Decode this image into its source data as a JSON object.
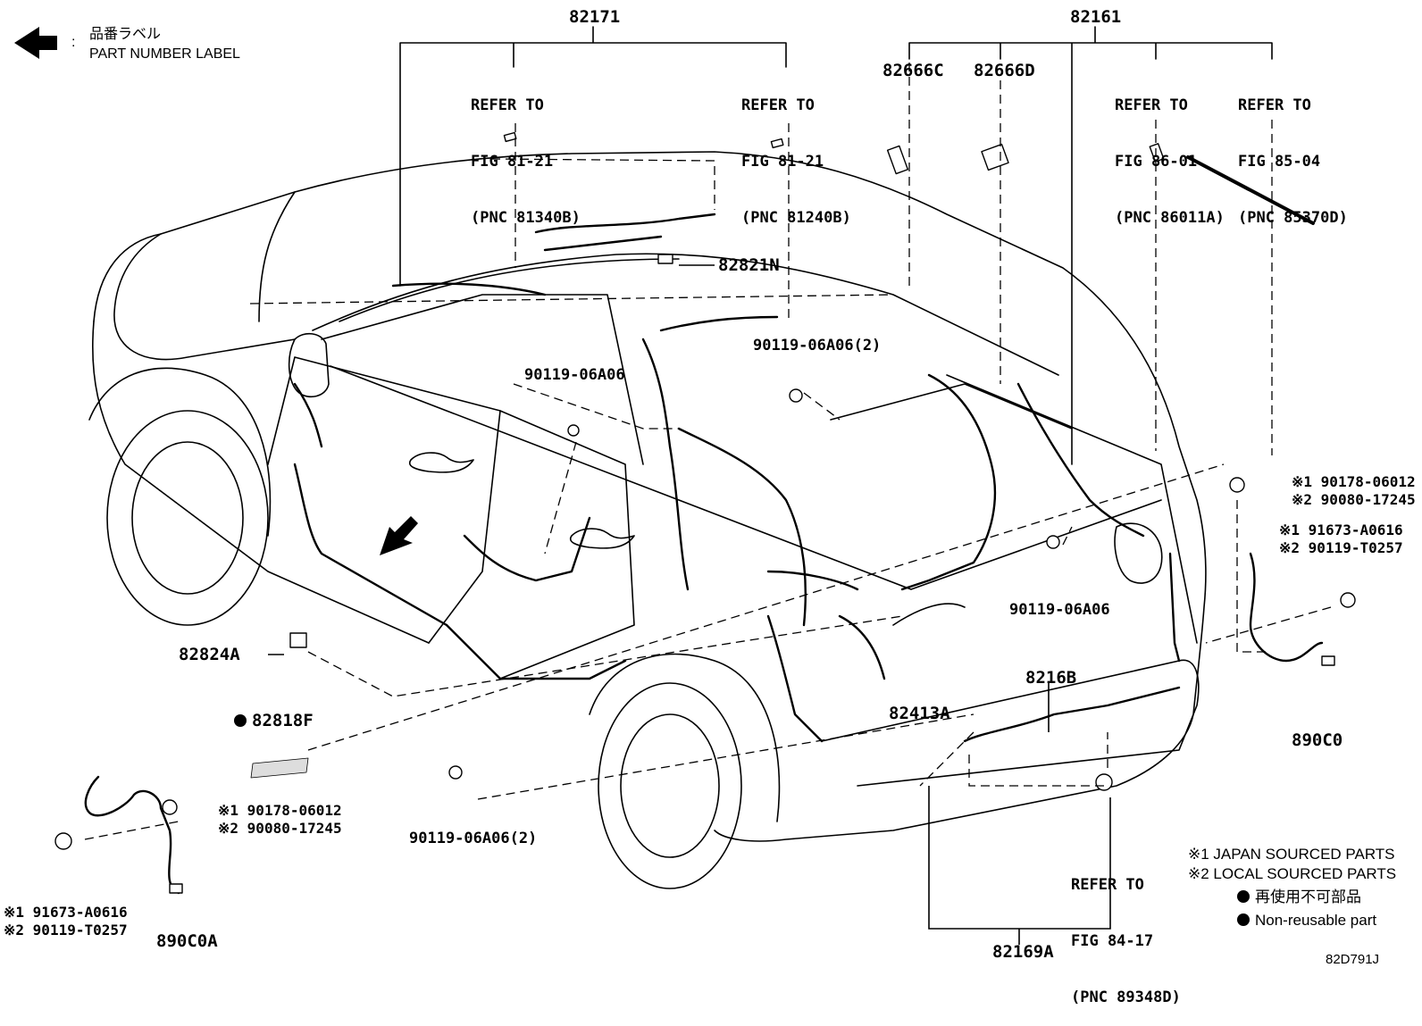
{
  "legend_top": {
    "label_jp": "品番ラベル",
    "label_en": "PART NUMBER LABEL",
    "colon": ":"
  },
  "parts": {
    "p82171": "82171",
    "p82161": "82161",
    "p82666C": "82666C",
    "p82666D": "82666D",
    "p82821N": "82821N",
    "p90119_06A06_2_top": "90119-06A06(2)",
    "p90119_06A06_mid": "90119-06A06",
    "p90119_06A06_right": "90119-06A06",
    "p82824A": "82824A",
    "p82818F": "82818F",
    "p82413A": "82413A",
    "p8216B": "8216B",
    "p890C0": "890C0",
    "p890C0A": "890C0A",
    "p90119_06A06_2_bottom": "90119-06A06(2)",
    "p82169A": "82169A"
  },
  "refs": {
    "ref1": {
      "l1": "REFER TO",
      "l2": "FIG 81-21",
      "l3": "(PNC 81340B)"
    },
    "ref2": {
      "l1": "REFER TO",
      "l2": "FIG 81-21",
      "l3": "(PNC 81240B)"
    },
    "ref3": {
      "l1": "REFER TO",
      "l2": "FIG 86-01",
      "l3": "(PNC 86011A)"
    },
    "ref4": {
      "l1": "REFER TO",
      "l2": "FIG 85-04",
      "l3": "(PNC 85370D)"
    },
    "ref5": {
      "l1": "REFER TO",
      "l2": "FIG 84-17",
      "l3": "(PNC 89348D)"
    }
  },
  "pairs": {
    "right_upper": {
      "a": "※1 90178-06012",
      "b": "※2 90080-17245"
    },
    "right_lower": {
      "a": "※1 91673-A0616",
      "b": "※2 90119-T0257"
    },
    "left_upper": {
      "a": "※1 90178-06012",
      "b": "※2 90080-17245"
    },
    "left_lower": {
      "a": "※1 91673-A0616",
      "b": "※2 90119-T0257"
    }
  },
  "notes": {
    "japan": "※1 JAPAN SOURCED PARTS",
    "local": "※2 LOCAL SOURCED PARTS",
    "reuse_jp": "再使用不可部品",
    "reuse_en": "Non-reusable part"
  },
  "figure_id": "82D791J",
  "colors": {
    "ink": "#000000",
    "paper": "#ffffff"
  }
}
